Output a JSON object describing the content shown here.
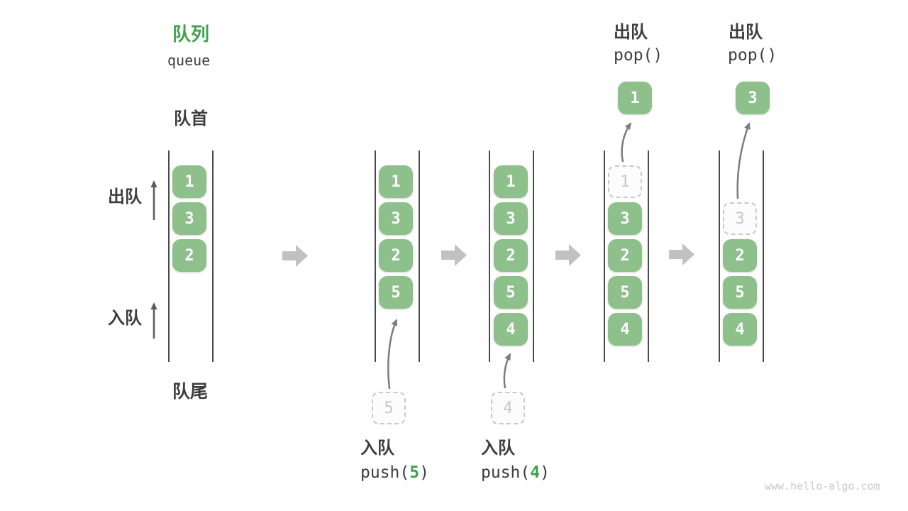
{
  "header": {
    "title": "队列",
    "subtitle": "queue"
  },
  "side_labels": {
    "front": "队首",
    "rear": "队尾",
    "dequeue": "出队",
    "enqueue": "入队"
  },
  "colors": {
    "accent_green": "#3ea24c",
    "box_green": "#8dc08a",
    "dashed_gray": "#c9c9c9",
    "block_arrow_gray": "#c1c1c1",
    "thin_arrow_gray": "#7c7c7c",
    "rail_dark": "#4a4a4a",
    "text_dark": "#3d3d3d"
  },
  "icons": {
    "step_arrow": "block-arrow-right",
    "flow_arrow": "curved-arrow-up"
  },
  "queues": [
    {
      "items": [
        "1",
        "3",
        "2"
      ]
    },
    {
      "items": [
        "1",
        "3",
        "2",
        "5"
      ],
      "incoming": "5"
    },
    {
      "items": [
        "1",
        "3",
        "2",
        "5",
        "4"
      ],
      "incoming": "4"
    },
    {
      "ghost": "1",
      "items": [
        "3",
        "2",
        "5",
        "4"
      ],
      "popped": "1"
    },
    {
      "ghost": "3",
      "items": [
        "2",
        "5",
        "4"
      ],
      "popped": "3"
    }
  ],
  "operations": {
    "push5": {
      "label": "入队",
      "code_prefix": "push(",
      "arg": "5",
      "code_suffix": ")"
    },
    "push4": {
      "label": "入队",
      "code_prefix": "push(",
      "arg": "4",
      "code_suffix": ")"
    },
    "pop1": {
      "label": "出队",
      "code": "pop()"
    },
    "pop3": {
      "label": "出队",
      "code": "pop()"
    }
  },
  "watermark": "www.hello-algo.com"
}
